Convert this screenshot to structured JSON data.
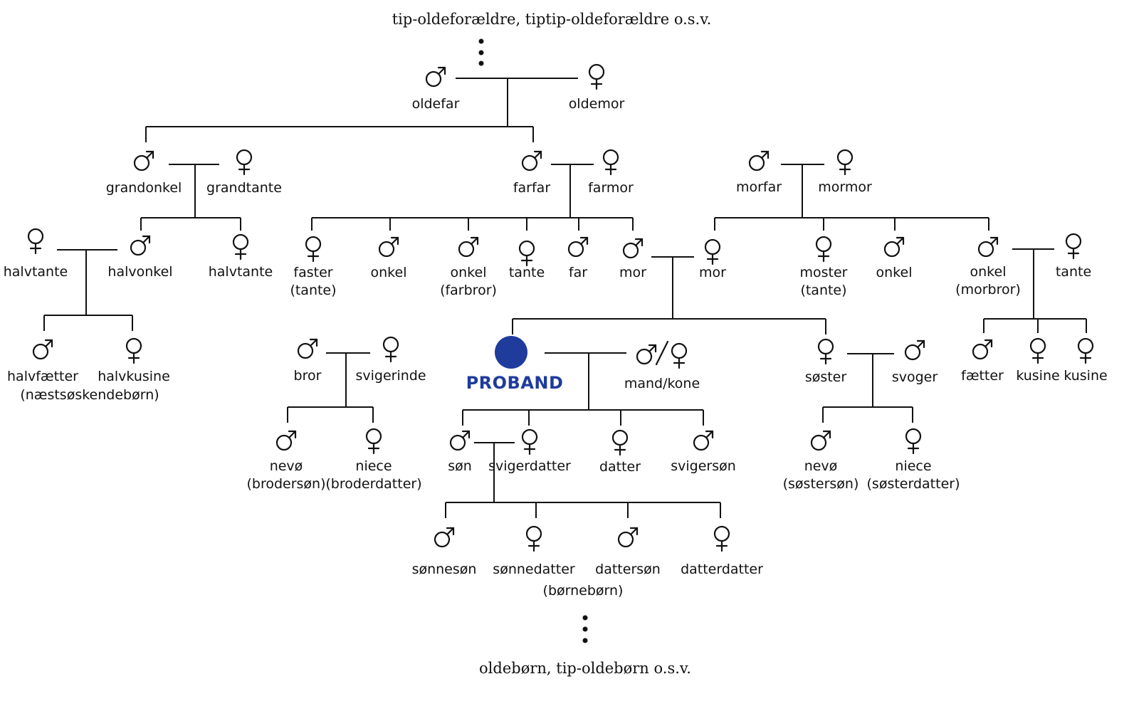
{
  "header": {
    "text": "tip-oldeforældre, tiptip-oldeforældre  o.s.v."
  },
  "footer": {
    "text": "oldebørn, tip-oldebørn  o.s.v."
  },
  "colors": {
    "line": "#111111",
    "proband": "#1f3b9c"
  },
  "proband": {
    "label": "PROBAND"
  },
  "persons": [
    {
      "id": "oldefar",
      "sex": "male",
      "lines": [
        "oldefar"
      ]
    },
    {
      "id": "oldemor",
      "sex": "female",
      "lines": [
        "oldemor"
      ]
    },
    {
      "id": "grandonkel",
      "sex": "male",
      "lines": [
        "grandonkel"
      ]
    },
    {
      "id": "grandtante",
      "sex": "female",
      "lines": [
        "grandtante"
      ]
    },
    {
      "id": "farfar",
      "sex": "male",
      "lines": [
        "farfar"
      ]
    },
    {
      "id": "farmor",
      "sex": "female",
      "lines": [
        "farmor"
      ]
    },
    {
      "id": "morfar",
      "sex": "male",
      "lines": [
        "morfar"
      ]
    },
    {
      "id": "mormor",
      "sex": "female",
      "lines": [
        "mormor"
      ]
    },
    {
      "id": "halvtante1",
      "sex": "female",
      "lines": [
        "halvtante"
      ]
    },
    {
      "id": "halvonkel",
      "sex": "male",
      "lines": [
        "halvonkel"
      ]
    },
    {
      "id": "halvtante2",
      "sex": "female",
      "lines": [
        "halvtante"
      ]
    },
    {
      "id": "faster",
      "sex": "female",
      "lines": [
        "faster",
        "(tante)"
      ]
    },
    {
      "id": "onkel1",
      "sex": "male",
      "lines": [
        "onkel"
      ]
    },
    {
      "id": "onkel-farbror",
      "sex": "male",
      "lines": [
        "onkel",
        "(farbror)"
      ]
    },
    {
      "id": "tante1",
      "sex": "female",
      "lines": [
        "tante"
      ]
    },
    {
      "id": "far",
      "sex": "male",
      "lines": [
        "far"
      ]
    },
    {
      "id": "mor-male",
      "sex": "male",
      "lines": [
        "mor"
      ]
    },
    {
      "id": "mor",
      "sex": "female",
      "lines": [
        "mor"
      ]
    },
    {
      "id": "moster",
      "sex": "female",
      "lines": [
        "moster",
        "(tante)"
      ]
    },
    {
      "id": "onkel2",
      "sex": "male",
      "lines": [
        "onkel"
      ]
    },
    {
      "id": "onkel-morbror",
      "sex": "male",
      "lines": [
        "onkel",
        "(morbror)"
      ]
    },
    {
      "id": "tante2",
      "sex": "female",
      "lines": [
        "tante"
      ]
    },
    {
      "id": "halvfaetter",
      "sex": "male",
      "lines": [
        "halvfætter"
      ]
    },
    {
      "id": "halvkusine",
      "sex": "female",
      "lines": [
        "halvkusine"
      ]
    },
    {
      "id": "bror",
      "sex": "male",
      "lines": [
        "bror"
      ]
    },
    {
      "id": "svigerinde",
      "sex": "female",
      "lines": [
        "svigerinde"
      ]
    },
    {
      "id": "mand-kone",
      "sex": "both",
      "lines": [
        "mand/kone"
      ]
    },
    {
      "id": "soester",
      "sex": "female",
      "lines": [
        "søster"
      ]
    },
    {
      "id": "svoger",
      "sex": "male",
      "lines": [
        "svoger"
      ]
    },
    {
      "id": "faetter",
      "sex": "male",
      "lines": [
        "fætter"
      ]
    },
    {
      "id": "kusine1",
      "sex": "female",
      "lines": [
        "kusine"
      ]
    },
    {
      "id": "kusine2",
      "sex": "female",
      "lines": [
        "kusine"
      ]
    },
    {
      "id": "nevoe1",
      "sex": "male",
      "lines": [
        "nevø",
        "(brodersøn)"
      ]
    },
    {
      "id": "niece1",
      "sex": "female",
      "lines": [
        "niece",
        "(broderdatter)"
      ]
    },
    {
      "id": "soen",
      "sex": "male",
      "lines": [
        "søn"
      ]
    },
    {
      "id": "svigerdatter",
      "sex": "female",
      "lines": [
        "svigerdatter"
      ]
    },
    {
      "id": "datter",
      "sex": "female",
      "lines": [
        "datter"
      ]
    },
    {
      "id": "svigersoen",
      "sex": "male",
      "lines": [
        "svigersøn"
      ]
    },
    {
      "id": "nevoe2",
      "sex": "male",
      "lines": [
        "nevø",
        "(søstersøn)"
      ]
    },
    {
      "id": "niece2",
      "sex": "female",
      "lines": [
        "niece",
        "(søsterdatter)"
      ]
    },
    {
      "id": "soennesoen",
      "sex": "male",
      "lines": [
        "sønnesøn"
      ]
    },
    {
      "id": "soennedatter",
      "sex": "female",
      "lines": [
        "sønnedatter"
      ]
    },
    {
      "id": "dattersoen",
      "sex": "male",
      "lines": [
        "dattersøn"
      ]
    },
    {
      "id": "datterdatter",
      "sex": "female",
      "lines": [
        "datterdatter"
      ]
    }
  ],
  "notes": [
    {
      "id": "naestsoeskendeboern",
      "text": "(næstsøskendebørn)"
    },
    {
      "id": "boerneboern",
      "text": "(børnebørn)"
    }
  ]
}
